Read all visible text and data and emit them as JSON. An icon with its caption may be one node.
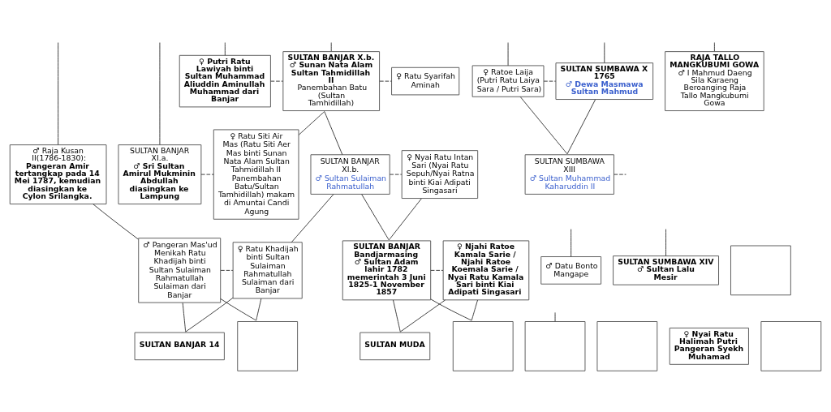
{
  "diagram": {
    "nodes": [
      {
        "text": [
          "♀ Putri Ratu Lawiyah binti Sultan Muhammad Aliuddin Aminullah Muhammad dari Banjar"
        ]
      },
      {
        "text": [
          "SULTAN BANJAR X.b.",
          "♂ Sunan Nata Alam Sultan Tahmidillah II",
          "Panembahan Batu (Sultan Tamhidillah)"
        ]
      },
      {
        "text": [
          "♀ Ratu Syarifah Aminah"
        ]
      },
      {
        "text": [
          "♀ Ratoe Laija (Putri Ratu Laiya Sara / Putri Sara)"
        ]
      },
      {
        "text": [
          "SULTAN SUMBAWA X 1765",
          "♂ Dewa Masmawa Sultan Mahmud"
        ]
      },
      {
        "text": [
          "RAJA TALLO MANGKUBUMI GOWA",
          "♂ I Mahmud Daeng Sila Karaeng Beroanging Raja Tallo Mangkubumi Gowa"
        ]
      },
      {
        "text": [
          "♂ Raja Kusan II(1786-1830):",
          "Pangeran Amir tertangkap pada 14 Mei 1787, kemudian diasingkan ke Cylon Srilangka."
        ]
      },
      {
        "text": [
          "SULTAN BANJAR XI.a.",
          "♂ Sri Sultan Amirul Mukminin Abdullah diasingkan ke Lampung"
        ]
      },
      {
        "text": [
          "♀ Ratu Siti Air Mas (Ratu Siti Aer Mas binti Sunan Nata Alam Sultan Tahmidillah II Panembahan Batu/Sultan Tamhidillah) makam di Amuntai Candi Agung"
        ]
      },
      {
        "text": [
          "SULTAN BANJAR XI.b.",
          "♂ Sultan Sulaiman Rahmatullah"
        ]
      },
      {
        "text": [
          "♀ Nyai Ratu Intan Sari (Nyai Ratu Sepuh/Nyai Ratna binti Kiai Adipati Singasari"
        ]
      },
      {
        "text": [
          "SULTAN SUMBAWA XIII",
          "♂ Sultan Muhammad Kaharuddin II"
        ]
      },
      {
        "text": [
          "♂ Pangeran Mas'ud Menikah Ratu Khadijah binti Sultan Sulaiman Rahmatullah Sulaiman dari Banjar"
        ]
      },
      {
        "text": [
          "♀ Ratu Khadijah binti Sultan Sulaiman Rahmatullah Sulaiman dari Banjar"
        ]
      },
      {
        "text": [
          "SULTAN BANJAR Bandjarmasing",
          "♂ Sultan Adam lahir 1782 memerintah 3 Juni 1825-1 November 1857"
        ]
      },
      {
        "text": [
          "♀ Njahi Ratoe Kamala Sarie / Njahi Ratoe Koemala Sarie / Nyai Ratu Kamala Sari binti Kiai Adipati Singasari"
        ]
      },
      {
        "text": [
          "♂ Datu Bonto Mangape"
        ]
      },
      {
        "text": [
          "SULTAN SUMBAWA XIV",
          "♂ Sultan Lalu Mesir"
        ]
      },
      {
        "text": [],
        "shape": "box"
      },
      {
        "text": [],
        "shape": "box"
      },
      {
        "text": [
          "SULTAN BANJAR 14"
        ]
      },
      {
        "text": [],
        "shape": "box"
      },
      {
        "text": [
          "SULTAN MUDA"
        ]
      },
      {
        "text": [
          "♀ Nyai Ratu Halimah Putri Pangeran Syekh Muhamad"
        ]
      },
      {
        "text": [],
        "shape": "box"
      },
      {
        "text": [],
        "shape": "box"
      },
      {
        "text": [],
        "shape": "box"
      }
    ],
    "edges": [
      {
        "from": null,
        "to": 6,
        "arrow": "none"
      },
      {
        "from": null,
        "to": 7,
        "arrow": "none"
      },
      {
        "from": null,
        "to": 0,
        "arrow": "none"
      },
      {
        "from": null,
        "to": 1,
        "arrow": "none"
      },
      {
        "from": null,
        "to": 3,
        "arrow": "none"
      },
      {
        "from": null,
        "to": 4,
        "arrow": "none"
      },
      {
        "from": null,
        "to": 5,
        "arrow": "none"
      },
      {
        "from": 0,
        "to": 1,
        "arrow": "none",
        "style": "dashed"
      },
      {
        "from": 1,
        "to": 2,
        "arrow": "none",
        "style": "dashed"
      },
      {
        "from": 3,
        "to": 4,
        "arrow": "none",
        "style": "dashed"
      },
      {
        "from": 1,
        "to": 8,
        "arrow": "none"
      },
      {
        "from": 1,
        "to": 9,
        "arrow": "none"
      },
      {
        "from": 3,
        "to": 11,
        "arrow": "none"
      },
      {
        "from": 4,
        "to": 11,
        "arrow": "none"
      },
      {
        "from": 7,
        "to": 8,
        "arrow": "none",
        "style": "dashed"
      },
      {
        "from": 9,
        "to": 10,
        "arrow": "none",
        "style": "dashed"
      },
      {
        "from": 11,
        "to": null,
        "arrow": "none",
        "style": "dashed"
      },
      {
        "from": 6,
        "to": 12,
        "arrow": "none"
      },
      {
        "from": 9,
        "to": 13,
        "arrow": "none"
      },
      {
        "from": 9,
        "to": 14,
        "arrow": "none"
      },
      {
        "from": 10,
        "to": 14,
        "arrow": "none"
      },
      {
        "from": null,
        "to": 16,
        "arrow": "none"
      },
      {
        "from": null,
        "to": 17,
        "arrow": "none"
      },
      {
        "from": 12,
        "to": 13,
        "arrow": "none",
        "style": "dashed"
      },
      {
        "from": 14,
        "to": 15,
        "arrow": "none",
        "style": "dashed"
      },
      {
        "from": 12,
        "to": 20,
        "arrow": "none"
      },
      {
        "from": 13,
        "to": 20,
        "arrow": "none"
      },
      {
        "from": 12,
        "to": 21,
        "arrow": "none"
      },
      {
        "from": 13,
        "to": 21,
        "arrow": "none"
      },
      {
        "from": 14,
        "to": 22,
        "arrow": "none"
      },
      {
        "from": 15,
        "to": 22,
        "arrow": "none"
      },
      {
        "from": 14,
        "to": 24,
        "arrow": "none"
      },
      {
        "from": 15,
        "to": 24,
        "arrow": "none"
      },
      {
        "from": null,
        "to": 25,
        "arrow": "none"
      }
    ]
  }
}
